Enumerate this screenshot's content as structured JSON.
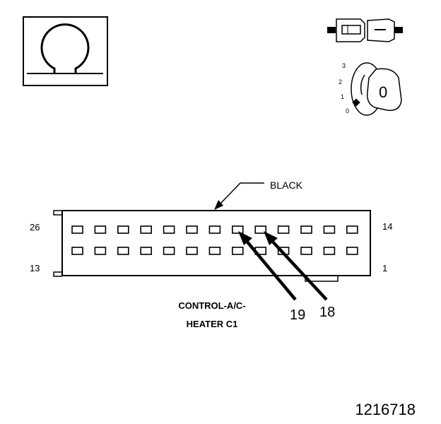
{
  "ohm_symbol": "Ω",
  "key_positions": [
    "3",
    "2",
    "1",
    "0"
  ],
  "key_position_selected": "0",
  "connector": {
    "color_label": "BLACK",
    "pin_labels": {
      "top_left": "26",
      "top_right": "14",
      "bottom_left": "13",
      "bottom_right": "1"
    },
    "pins_per_row": 13,
    "name_line1": "CONTROL-A/C-",
    "name_line2": "HEATER C1",
    "callouts": [
      "19",
      "18"
    ]
  },
  "figure_number": "1216718"
}
